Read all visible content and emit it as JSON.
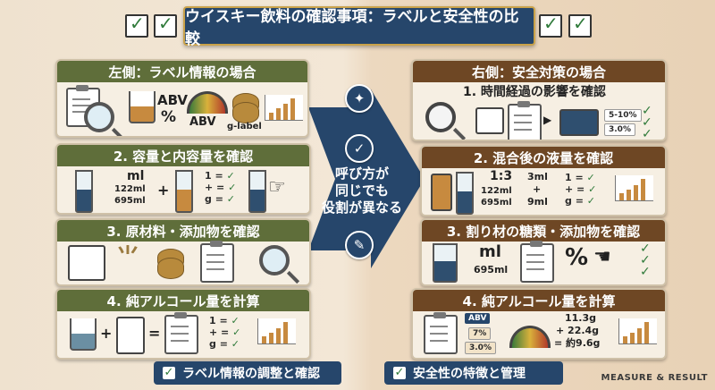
{
  "title": "ウイスキー飲料の確認事項：ラベルと安全性の比較",
  "center_text": [
    "呼び方が",
    "同じでも",
    "役割が異なる"
  ],
  "left": {
    "card1": {
      "heading": "左側：ラベル情報の場合",
      "abv_label": "ABV",
      "percent": "%",
      "abv2": "ABV",
      "g_label": "g-label"
    },
    "card2": {
      "heading": "2. 容量と内容量を確認",
      "ml": "ml",
      "v1": "122ml",
      "v2": "695ml",
      "plus": "+",
      "eq1": "1 =",
      "eq2": "+ =",
      "eq3": "g ="
    },
    "card3": {
      "heading": "3. 原材料・添加物を確認"
    },
    "card4": {
      "heading": "4. 純アルコール量を計算",
      "plus": "+",
      "equals": "=",
      "eq1": "1 =",
      "eq2": "+ =",
      "eq3": "g ="
    }
  },
  "right": {
    "card1": {
      "heading": "右側：安全対策の場合",
      "sub": "1. 時間経過の影響を確認",
      "chip1": "5-10%",
      "chip2": "3.0%"
    },
    "card2": {
      "heading": "2. 混合後の液量を確認",
      "ratio": "1:3",
      "v1": "122ml",
      "v2": "695ml",
      "a": "3ml",
      "plus": "+",
      "b": "9ml",
      "eq1": "1 =",
      "eq2": "+ =",
      "eq3": "g ="
    },
    "card3": {
      "heading": "3. 割り材の糖類・添加物を確認",
      "ml": "ml",
      "v": "695ml",
      "percent": "%"
    },
    "card4": {
      "heading": "4. 純アルコール量を計算",
      "abv": "ABV",
      "p1": "7%",
      "p2": "3.0%",
      "r1": "11.3g",
      "r2": "+ 22.4g",
      "r3": "= 約9.6g"
    }
  },
  "bottom_left": "ラベル情報の調整と確認",
  "bottom_right": "安全性の特徴と管理",
  "footer": "MEASURE & RESULT"
}
